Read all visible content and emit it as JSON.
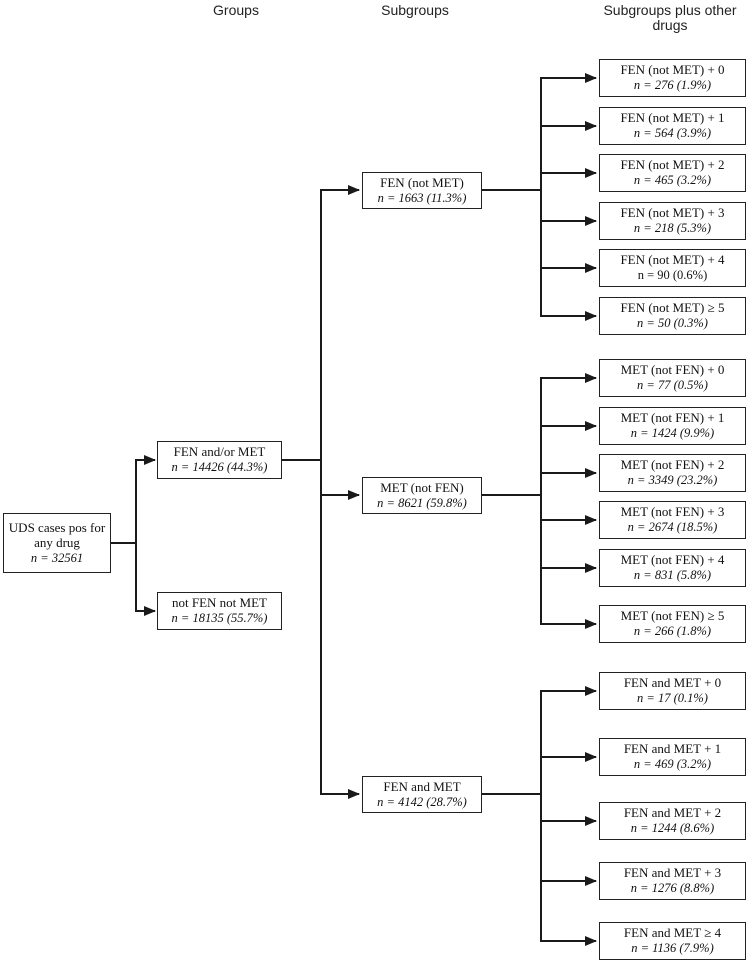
{
  "columns": [
    {
      "label": "Groups"
    },
    {
      "label": "Subgroups"
    },
    {
      "label": "Subgroups plus other drugs"
    }
  ],
  "root": {
    "label": "UDS cases pos for any drug",
    "stat": "n = 32561"
  },
  "groups": [
    {
      "label": "FEN and/or MET",
      "stat": "n = 14426 (44.3%)"
    },
    {
      "label": "not FEN not MET",
      "stat": "n = 18135 (55.7%)"
    }
  ],
  "subgroups": [
    {
      "label": "FEN (not MET)",
      "stat": "n = 1663 (11.3%)"
    },
    {
      "label": "MET (not FEN)",
      "stat": "n = 8621 (59.8%)"
    },
    {
      "label": "FEN and MET",
      "stat": "n = 4142 (28.7%)"
    }
  ],
  "leaves": {
    "fen": [
      {
        "label": "FEN (not MET) + 0",
        "stat": "n = 276 (1.9%)"
      },
      {
        "label": "FEN (not MET) + 1",
        "stat": "n = 564 (3.9%)"
      },
      {
        "label": "FEN (not MET) + 2",
        "stat": "n = 465 (3.2%)"
      },
      {
        "label": "FEN (not MET) + 3",
        "stat": "n = 218 (5.3%)"
      },
      {
        "label": "FEN (not MET) + 4",
        "stat": "n = 90 (0.6%)"
      },
      {
        "label": "FEN (not MET) ≥ 5",
        "stat": "n = 50 (0.3%)"
      }
    ],
    "met": [
      {
        "label": "MET (not FEN) + 0",
        "stat": "n = 77 (0.5%)"
      },
      {
        "label": "MET (not FEN) + 1",
        "stat": "n = 1424 (9.9%)"
      },
      {
        "label": "MET (not FEN) + 2",
        "stat": "n = 3349 (23.2%)"
      },
      {
        "label": "MET (not FEN) + 3",
        "stat": "n = 2674 (18.5%)"
      },
      {
        "label": "MET (not FEN) + 4",
        "stat": "n = 831 (5.8%)"
      },
      {
        "label": "MET (not FEN) ≥ 5",
        "stat": "n = 266 (1.8%)"
      }
    ],
    "both": [
      {
        "label": "FEN and MET + 0",
        "stat": "n = 17 (0.1%)"
      },
      {
        "label": "FEN and MET + 1",
        "stat": "n = 469 (3.2%)"
      },
      {
        "label": "FEN and MET + 2",
        "stat": "n = 1244 (8.6%)"
      },
      {
        "label": "FEN and MET + 3",
        "stat": "n = 1276 (8.8%)"
      },
      {
        "label": "FEN and MET ≥ 4",
        "stat": "n = 1136 (7.9%)"
      }
    ]
  },
  "colors": {
    "line": "#1a1a1a",
    "border": "#222222",
    "background": "#ffffff",
    "text": "#111111"
  }
}
